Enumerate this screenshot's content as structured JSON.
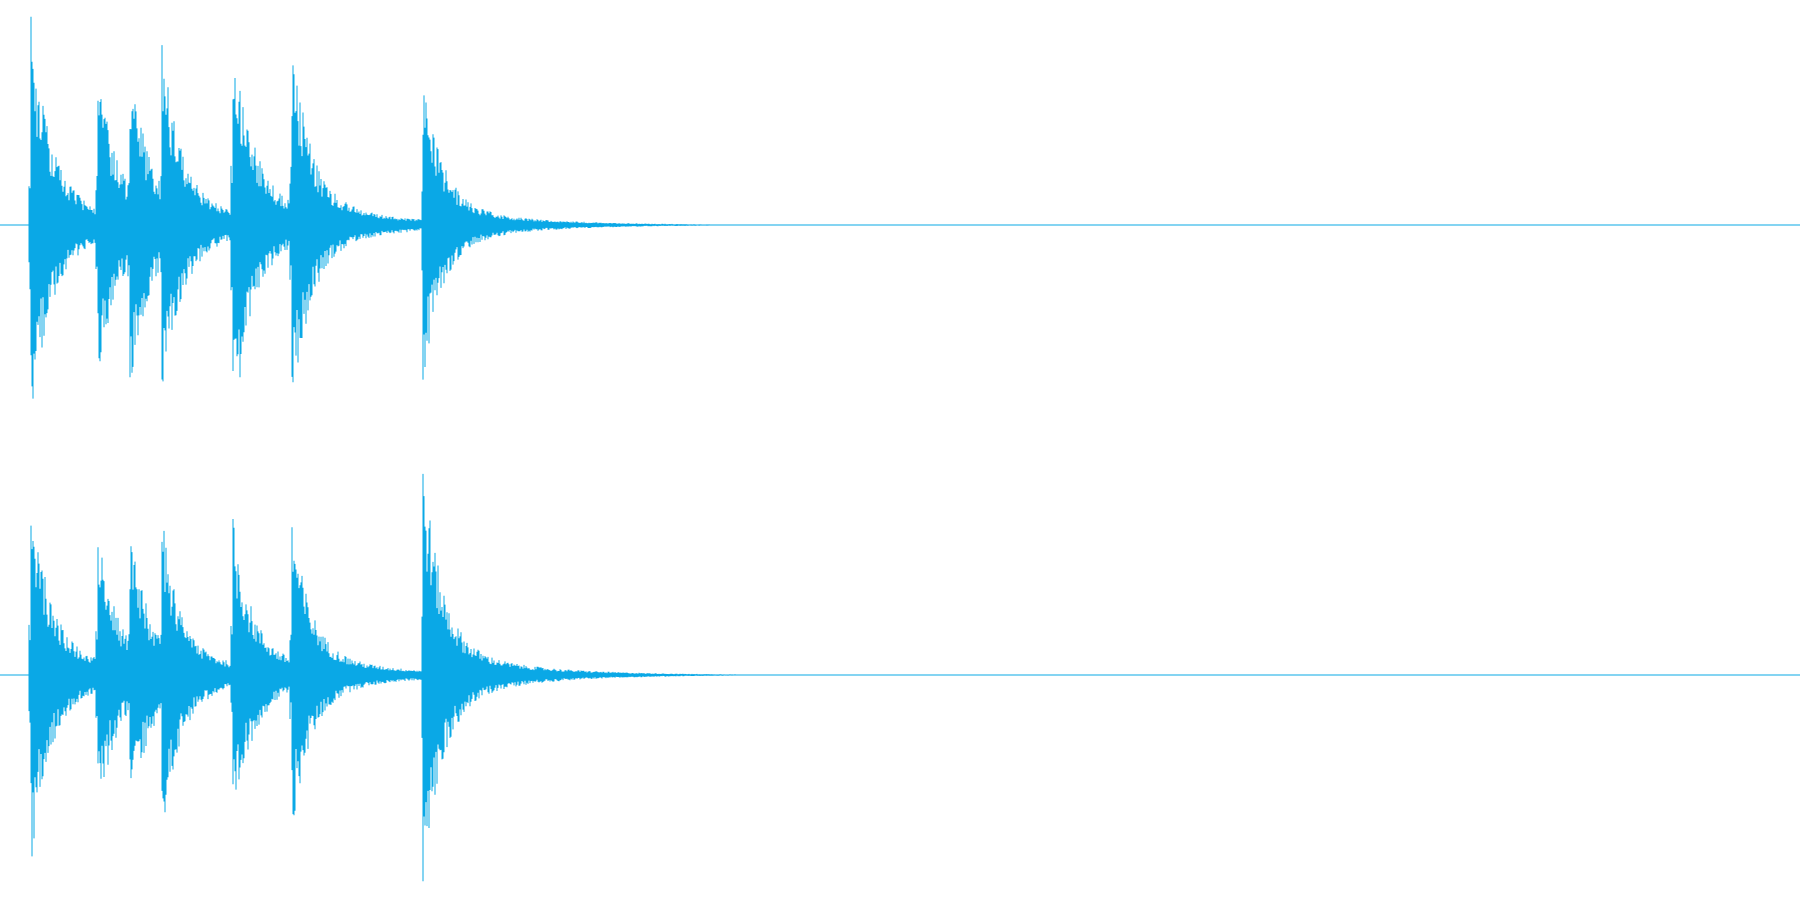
{
  "waveform": {
    "color": "#0aa8e6",
    "background": "#ffffff",
    "channels": [
      {
        "name": "",
        "hits": [
          {
            "t": 0.017,
            "amp": 0.97
          },
          {
            "t": 0.054,
            "amp": 0.75
          },
          {
            "t": 0.072,
            "amp": 0.78
          },
          {
            "t": 0.09,
            "amp": 0.85
          },
          {
            "t": 0.129,
            "amp": 1.0
          },
          {
            "t": 0.162,
            "amp": 0.88
          },
          {
            "t": 0.235,
            "amp": 0.72
          }
        ]
      },
      {
        "name": "",
        "hits": [
          {
            "t": 0.017,
            "amp": 0.88
          },
          {
            "t": 0.054,
            "amp": 0.68
          },
          {
            "t": 0.072,
            "amp": 0.7
          },
          {
            "t": 0.09,
            "amp": 0.73
          },
          {
            "t": 0.129,
            "amp": 0.75
          },
          {
            "t": 0.162,
            "amp": 0.74
          },
          {
            "t": 0.235,
            "amp": 1.0
          }
        ]
      }
    ]
  }
}
